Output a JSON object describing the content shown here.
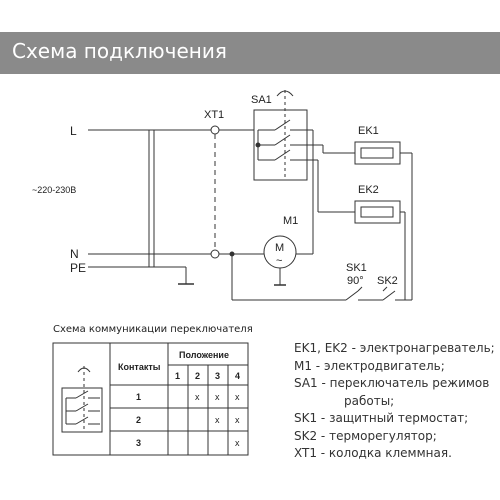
{
  "header": {
    "title": "Схема подключения"
  },
  "diagram": {
    "labels": {
      "L": "L",
      "N": "N",
      "PE": "PE",
      "voltage": "~220-230В",
      "XT1": "XT1",
      "SA1": "SA1",
      "EK1": "EK1",
      "EK2": "EK2",
      "M1": "M1",
      "motor_symbol_M": "M",
      "motor_symbol_ac": "~",
      "SK1": "SK1",
      "SK1_temp": "90°",
      "SK2": "SK2"
    }
  },
  "table": {
    "caption": "Схема коммуникации переключателя",
    "header_contacts": "Контакты",
    "header_position": "Положение",
    "positions": [
      "1",
      "2",
      "3",
      "4"
    ],
    "rows": [
      {
        "contact": "1",
        "marks": [
          "",
          "x",
          "x",
          "x"
        ]
      },
      {
        "contact": "2",
        "marks": [
          "",
          "",
          "x",
          "x"
        ]
      },
      {
        "contact": "3",
        "marks": [
          "",
          "",
          "",
          "x"
        ]
      }
    ]
  },
  "legend": [
    "EK1, EK2  -  электронагреватель;",
    "M1  -  электродвигатель;",
    "SA1  -  переключатель режимов",
    "работы;",
    "SK1  -  защитный термостат;",
    "SK2  -  терморегулятор;",
    "XT1  -  колодка клеммная."
  ]
}
